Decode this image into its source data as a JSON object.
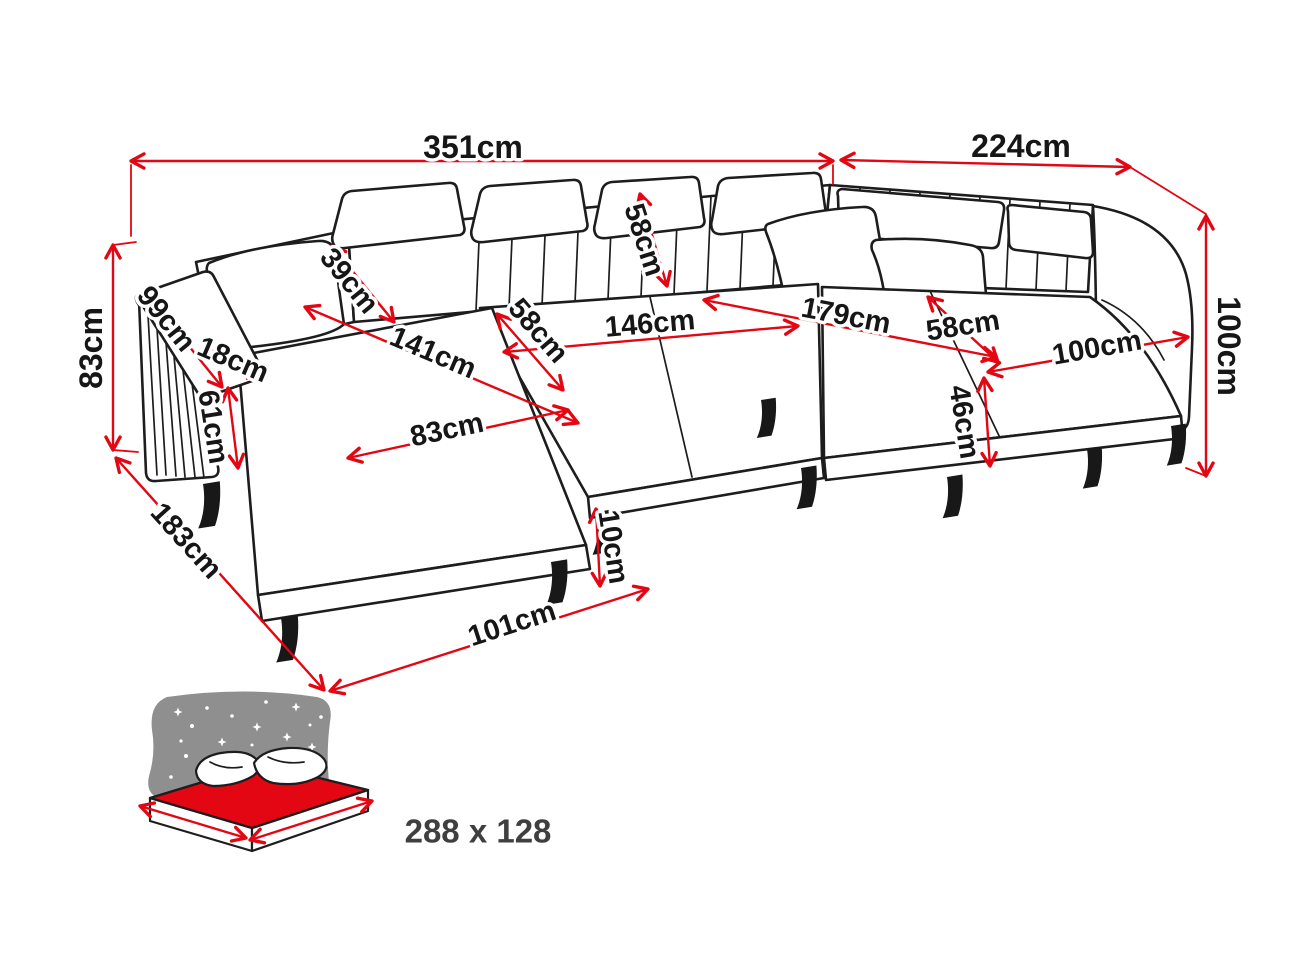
{
  "diagram": {
    "type": "furniture-dimension-diagram",
    "subject": "U-shaped corner sofa bed",
    "units": "cm",
    "colors": {
      "dimension": "#e30613",
      "outline": "#1d1d1d",
      "background": "#ffffff",
      "bed_top": "#e30613",
      "night_backdrop": "#8f8f8f"
    },
    "dimensions": {
      "total_width": "351cm",
      "total_depth_right": "224cm",
      "height_left": "83cm",
      "height_right": "100cm",
      "armrest_length": "99cm",
      "backrest_depth": "39cm",
      "backrest_height": "58cm",
      "armrest_width": "18cm",
      "armrest_front_height": "61cm",
      "chaise_length": "141cm",
      "seat_depth_left": "58cm",
      "seat_width_center": "146cm",
      "seat_width_right": "179cm",
      "seat_depth_right": "58cm",
      "chaise_length_right": "100cm",
      "chaise_width": "83cm",
      "seat_front_height": "46cm",
      "side_depth": "183cm",
      "leg_height": "10cm",
      "front_width": "101cm"
    },
    "sleeping_area": {
      "label": "288 x 128"
    }
  }
}
